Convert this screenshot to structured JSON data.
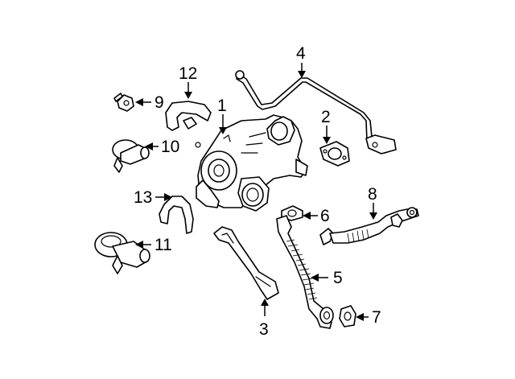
{
  "callouts": [
    {
      "id": "1",
      "label": "1"
    },
    {
      "id": "2",
      "label": "2"
    },
    {
      "id": "3",
      "label": "3"
    },
    {
      "id": "4",
      "label": "4"
    },
    {
      "id": "5",
      "label": "5"
    },
    {
      "id": "6",
      "label": "6"
    },
    {
      "id": "7",
      "label": "7"
    },
    {
      "id": "8",
      "label": "8"
    },
    {
      "id": "9",
      "label": "9"
    },
    {
      "id": "10",
      "label": "10"
    },
    {
      "id": "11",
      "label": "11"
    },
    {
      "id": "12",
      "label": "12"
    },
    {
      "id": "13",
      "label": "13"
    }
  ]
}
